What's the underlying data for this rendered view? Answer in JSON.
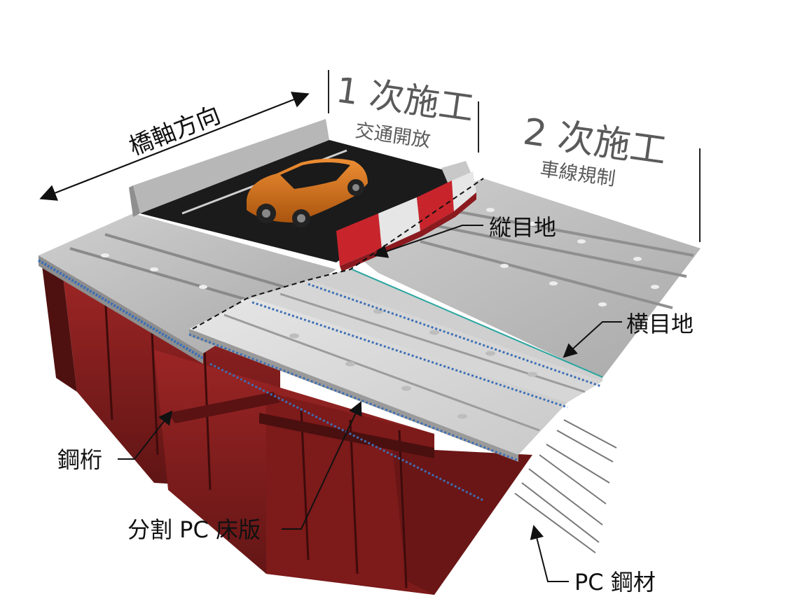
{
  "labels": {
    "bridge_axis": "橋軸方向",
    "phase1_title": "1 次施工",
    "phase1_sub": "交通開放",
    "phase2_title": "2 次施工",
    "phase2_sub": "車線規制",
    "longitudinal_joint": "縦目地",
    "transverse_joint": "横目地",
    "steel_girder": "鋼桁",
    "pc_slab": "分割 PC 床版",
    "pc_steel": "PC 鋼材"
  },
  "colors": {
    "girder_red": "#8a1f1f",
    "deck_gray": "#bdbdbd",
    "asphalt": "#1b1b1b",
    "car_orange": "#d8741c",
    "barrier_red": "#c8242c",
    "rebar_blue": "#3d6fb5",
    "joint_teal": "#2aa6a0"
  }
}
